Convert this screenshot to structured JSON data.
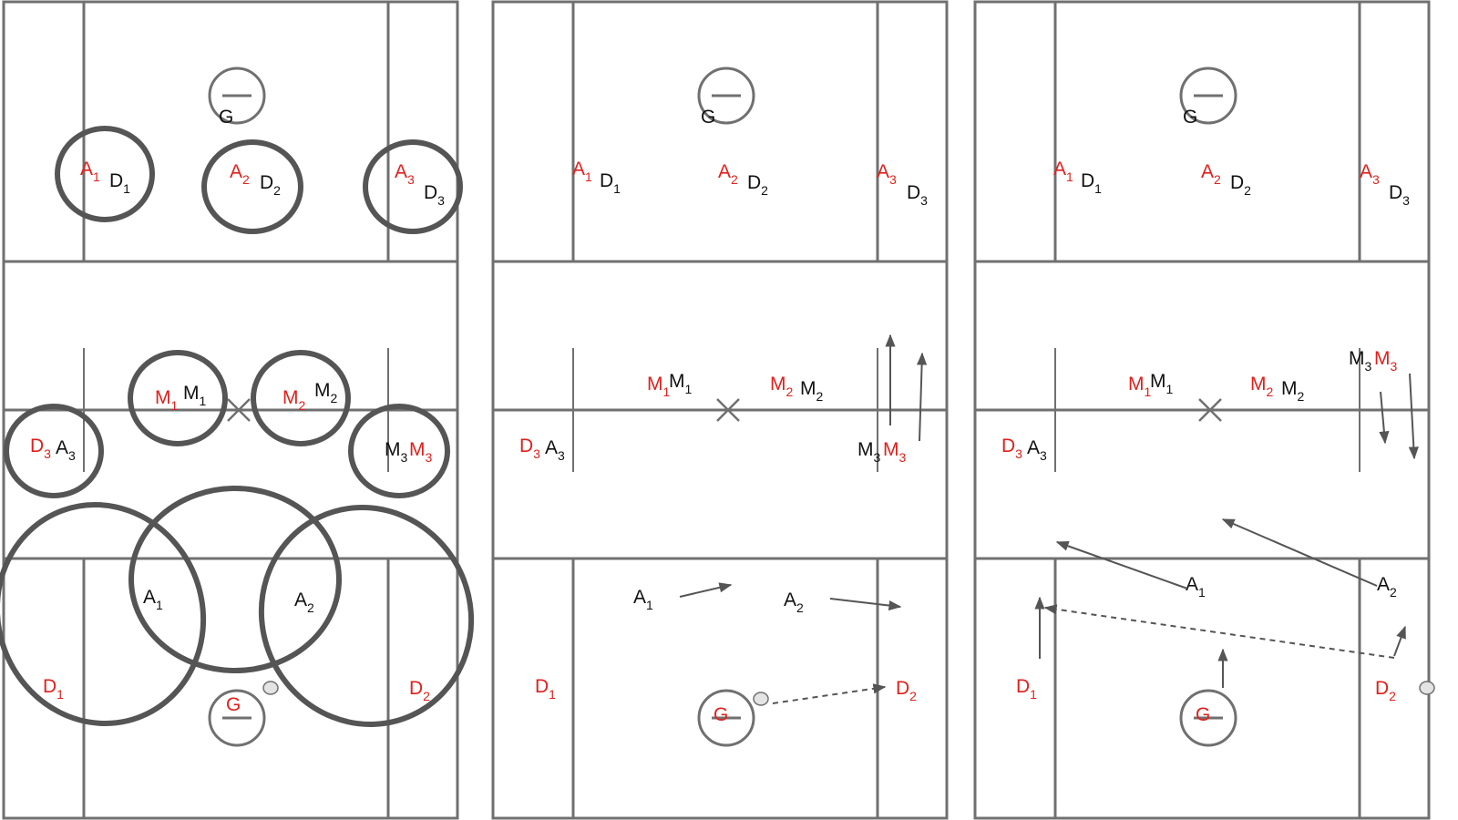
{
  "colors": {
    "field_line": "#707070",
    "circle": "#555555",
    "arrow": "#555555",
    "team_red": "#e0201c",
    "team_black": "#111111",
    "ball_fill": "#e4e4e4"
  },
  "panels": [
    {
      "name": "panel-1",
      "players": [
        {
          "base": "G",
          "sub": "",
          "color": "black"
        },
        {
          "base": "A",
          "sub": "1",
          "color": "red"
        },
        {
          "base": "D",
          "sub": "1",
          "color": "black"
        },
        {
          "base": "A",
          "sub": "2",
          "color": "red"
        },
        {
          "base": "D",
          "sub": "2",
          "color": "black"
        },
        {
          "base": "A",
          "sub": "3",
          "color": "red"
        },
        {
          "base": "D",
          "sub": "3",
          "color": "black"
        },
        {
          "base": "M",
          "sub": "1",
          "color": "red"
        },
        {
          "base": "M",
          "sub": "1",
          "color": "black"
        },
        {
          "base": "M",
          "sub": "2",
          "color": "red"
        },
        {
          "base": "M",
          "sub": "2",
          "color": "black"
        },
        {
          "base": "D",
          "sub": "3",
          "color": "red"
        },
        {
          "base": "A",
          "sub": "3",
          "color": "black"
        },
        {
          "base": "M",
          "sub": "3",
          "color": "black"
        },
        {
          "base": "M",
          "sub": "3",
          "color": "red"
        },
        {
          "base": "A",
          "sub": "1",
          "color": "black"
        },
        {
          "base": "A",
          "sub": "2",
          "color": "black"
        },
        {
          "base": "D",
          "sub": "1",
          "color": "red"
        },
        {
          "base": "D",
          "sub": "2",
          "color": "red"
        },
        {
          "base": "G",
          "sub": "",
          "color": "red"
        }
      ]
    },
    {
      "name": "panel-2",
      "players": [
        {
          "base": "G",
          "sub": "",
          "color": "black"
        },
        {
          "base": "A",
          "sub": "1",
          "color": "red"
        },
        {
          "base": "D",
          "sub": "1",
          "color": "black"
        },
        {
          "base": "A",
          "sub": "2",
          "color": "red"
        },
        {
          "base": "D",
          "sub": "2",
          "color": "black"
        },
        {
          "base": "A",
          "sub": "3",
          "color": "red"
        },
        {
          "base": "D",
          "sub": "3",
          "color": "black"
        },
        {
          "base": "M",
          "sub": "1",
          "color": "red"
        },
        {
          "base": "M",
          "sub": "1",
          "color": "black"
        },
        {
          "base": "M",
          "sub": "2",
          "color": "red"
        },
        {
          "base": "M",
          "sub": "2",
          "color": "black"
        },
        {
          "base": "D",
          "sub": "3",
          "color": "red"
        },
        {
          "base": "A",
          "sub": "3",
          "color": "black"
        },
        {
          "base": "M",
          "sub": "3",
          "color": "black"
        },
        {
          "base": "M",
          "sub": "3",
          "color": "red"
        },
        {
          "base": "A",
          "sub": "1",
          "color": "black"
        },
        {
          "base": "A",
          "sub": "2",
          "color": "black"
        },
        {
          "base": "D",
          "sub": "1",
          "color": "red"
        },
        {
          "base": "D",
          "sub": "2",
          "color": "red"
        },
        {
          "base": "G",
          "sub": "",
          "color": "red"
        }
      ]
    },
    {
      "name": "panel-3",
      "players": [
        {
          "base": "G",
          "sub": "",
          "color": "black"
        },
        {
          "base": "A",
          "sub": "1",
          "color": "red"
        },
        {
          "base": "D",
          "sub": "1",
          "color": "black"
        },
        {
          "base": "A",
          "sub": "2",
          "color": "red"
        },
        {
          "base": "D",
          "sub": "2",
          "color": "black"
        },
        {
          "base": "A",
          "sub": "3",
          "color": "red"
        },
        {
          "base": "D",
          "sub": "3",
          "color": "black"
        },
        {
          "base": "M",
          "sub": "1",
          "color": "red"
        },
        {
          "base": "M",
          "sub": "1",
          "color": "black"
        },
        {
          "base": "M",
          "sub": "2",
          "color": "red"
        },
        {
          "base": "M",
          "sub": "2",
          "color": "black"
        },
        {
          "base": "D",
          "sub": "3",
          "color": "red"
        },
        {
          "base": "A",
          "sub": "3",
          "color": "black"
        },
        {
          "base": "M",
          "sub": "3",
          "color": "black"
        },
        {
          "base": "M",
          "sub": "3",
          "color": "red"
        },
        {
          "base": "A",
          "sub": "1",
          "color": "black"
        },
        {
          "base": "A",
          "sub": "2",
          "color": "black"
        },
        {
          "base": "D",
          "sub": "1",
          "color": "red"
        },
        {
          "base": "D",
          "sub": "2",
          "color": "red"
        },
        {
          "base": "G",
          "sub": "",
          "color": "red"
        }
      ]
    }
  ]
}
